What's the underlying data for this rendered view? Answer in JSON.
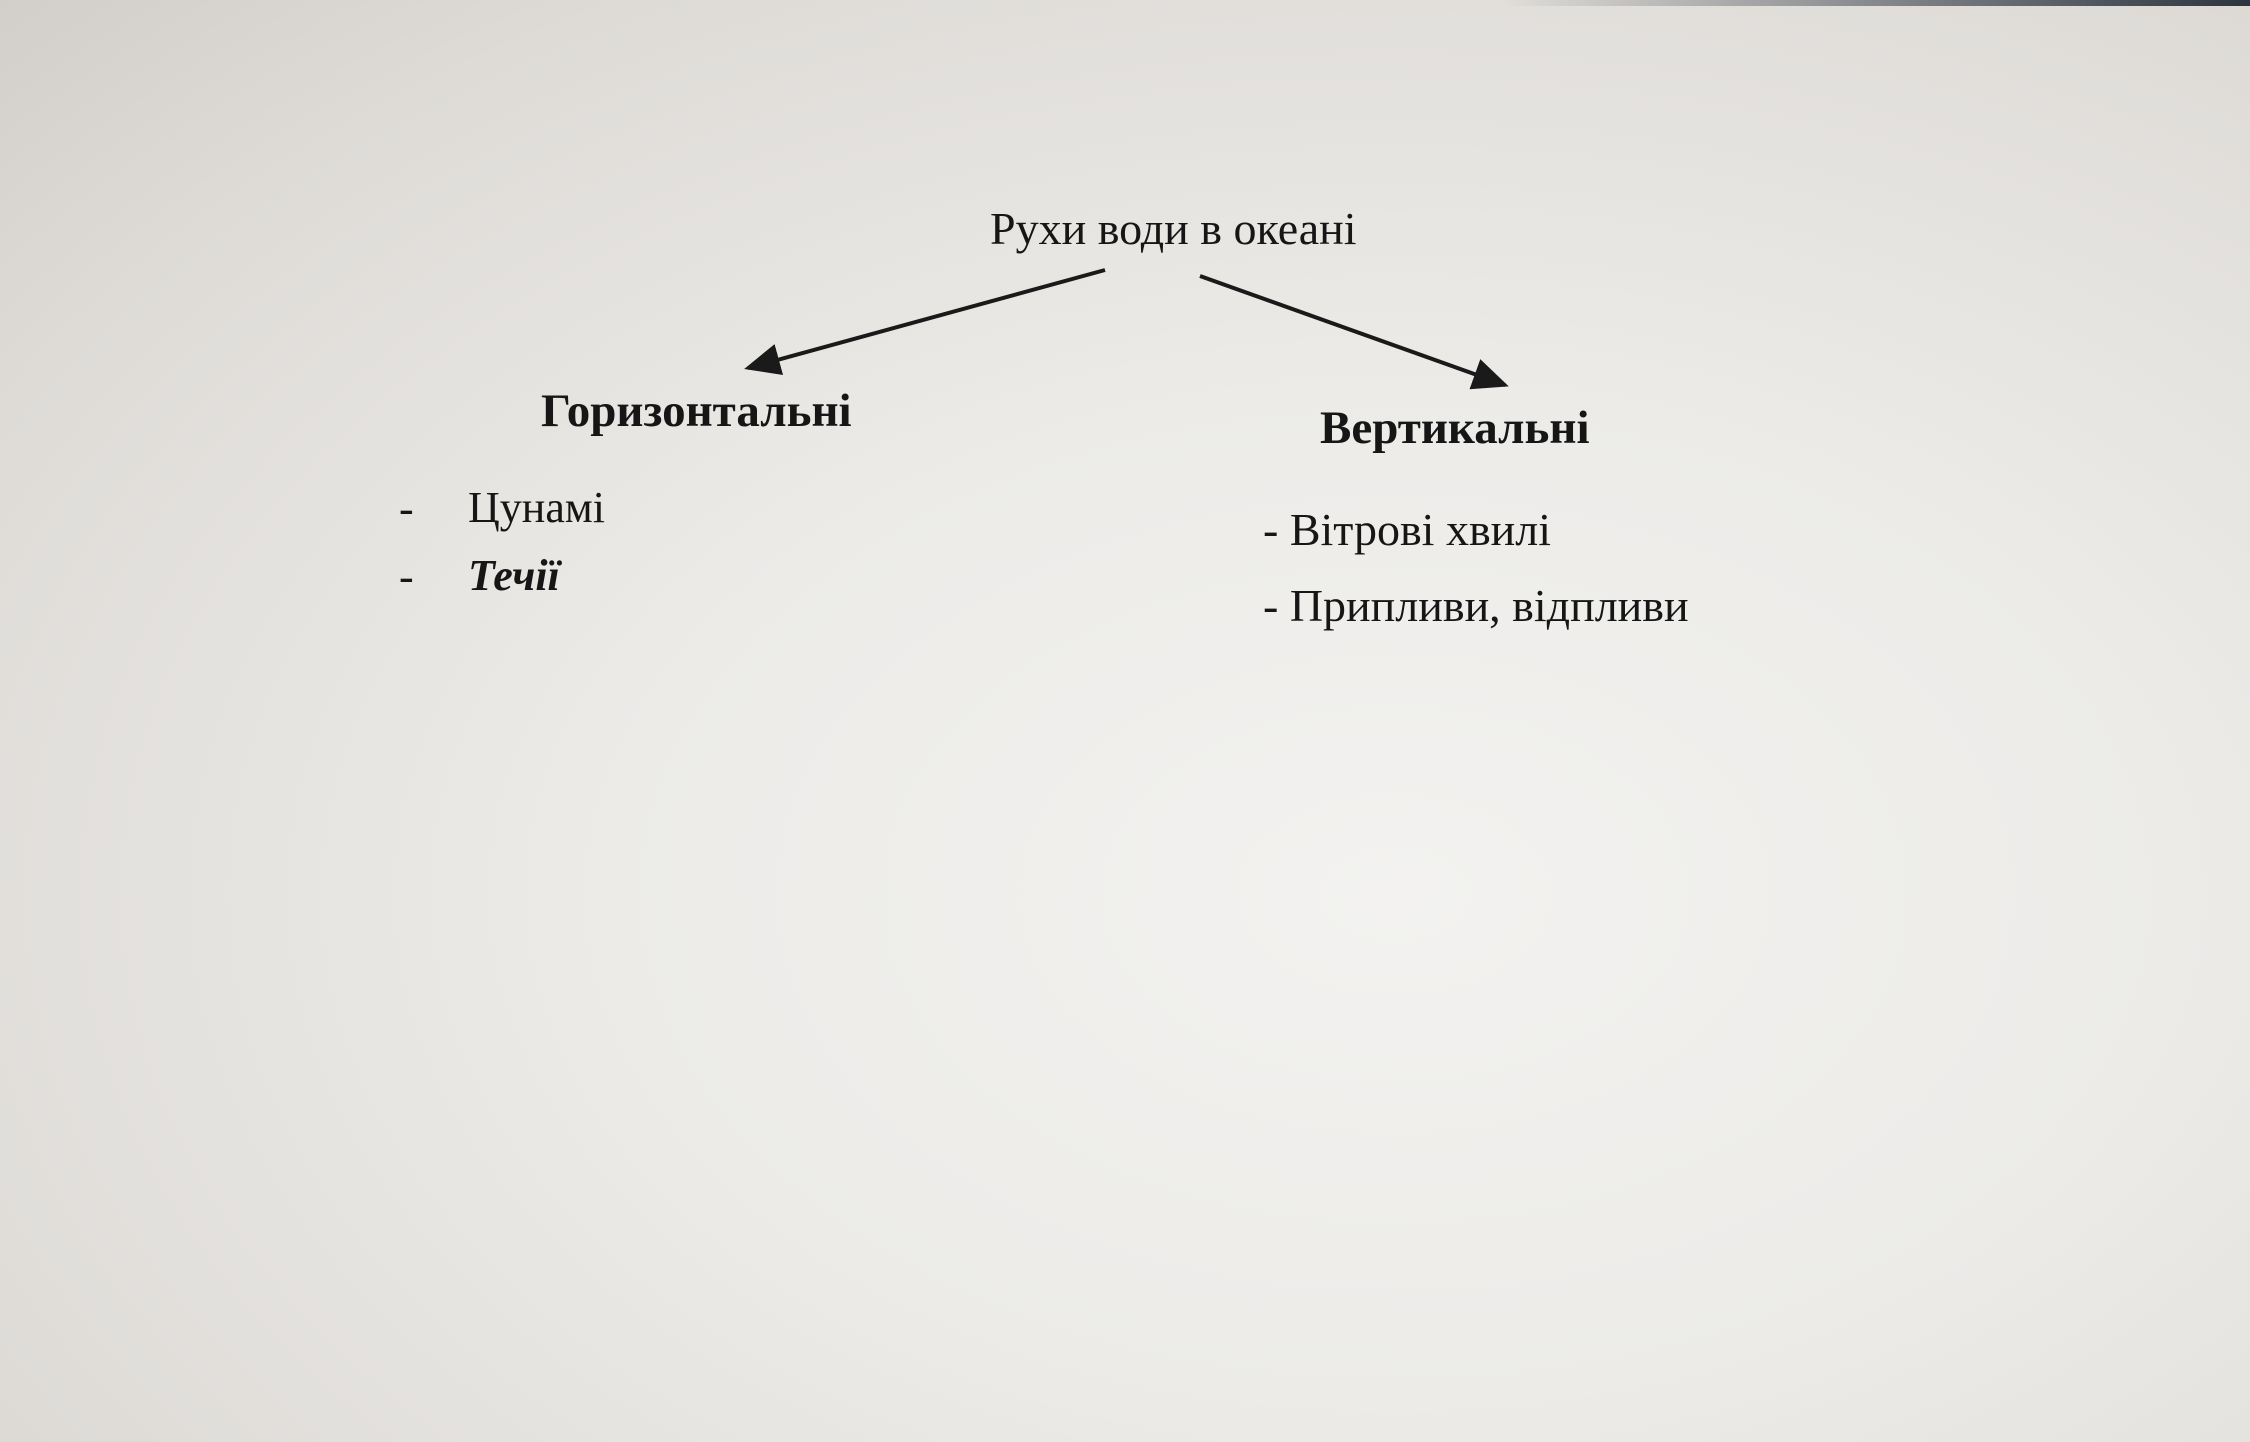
{
  "diagram": {
    "root": "Рухи води в океані",
    "branches": [
      {
        "heading": "Горизонтальні",
        "items": [
          "Цунамі",
          "Течії"
        ]
      },
      {
        "heading": "Вертикальні",
        "items": [
          "- Вітрові хвилі",
          "- Припливи, відпливи"
        ]
      }
    ],
    "bullet": "-"
  }
}
